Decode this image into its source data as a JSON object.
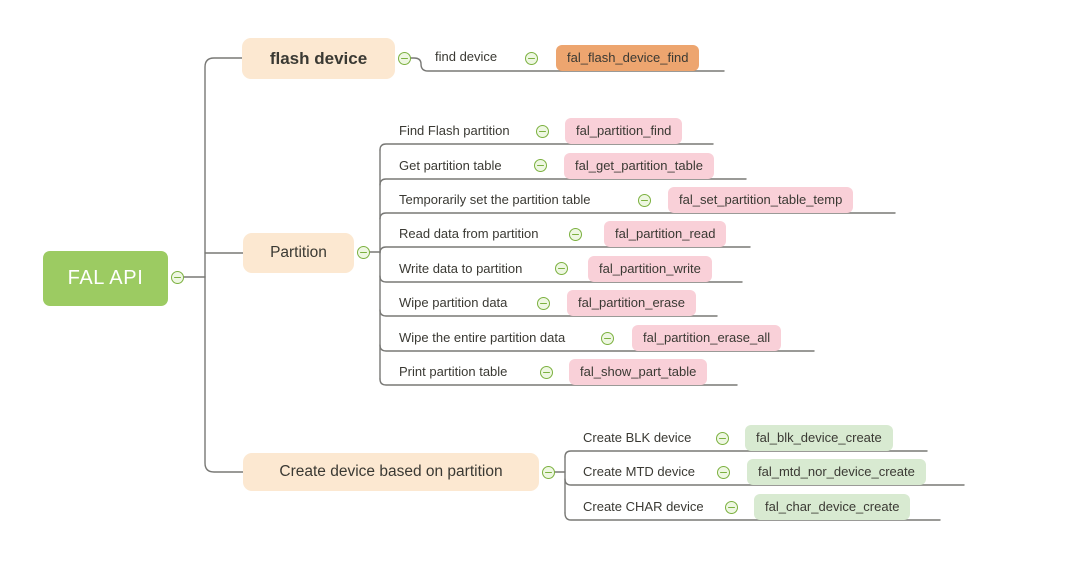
{
  "palette": {
    "root_bg": "#9ccb62",
    "root_text": "#ffffff",
    "branch_bg": "#fce8d1",
    "fn_orange": "#eda56f",
    "fn_pink": "#f9d0d8",
    "fn_green": "#d8ead1",
    "icon_green": "#7cb140",
    "icon_bg": "#eef7e2",
    "line": "#787875",
    "text_dark": "#3a3933"
  },
  "mindmap": {
    "root": {
      "label": "FAL API"
    },
    "branches": [
      {
        "label": "flash device",
        "children": [
          {
            "label": "find device",
            "fn": "fal_flash_device_find"
          }
        ]
      },
      {
        "label": "Partition",
        "children": [
          {
            "label": "Find Flash partition",
            "fn": "fal_partition_find"
          },
          {
            "label": "Get partition table",
            "fn": "fal_get_partition_table"
          },
          {
            "label": "Temporarily set the partition table",
            "fn": "fal_set_partition_table_temp"
          },
          {
            "label": "Read data from partition",
            "fn": "fal_partition_read"
          },
          {
            "label": "Write data to partition",
            "fn": "fal_partition_write"
          },
          {
            "label": "Wipe partition data",
            "fn": "fal_partition_erase"
          },
          {
            "label": "Wipe the entire partition data",
            "fn": "fal_partition_erase_all"
          },
          {
            "label": "Print partition table",
            "fn": "fal_show_part_table"
          }
        ]
      },
      {
        "label": "Create device based on partition",
        "children": [
          {
            "label": "Create BLK device",
            "fn": "fal_blk_device_create"
          },
          {
            "label": "Create MTD device",
            "fn": "fal_mtd_nor_device_create"
          },
          {
            "label": "Create CHAR device",
            "fn": "fal_char_device_create"
          }
        ]
      }
    ]
  }
}
